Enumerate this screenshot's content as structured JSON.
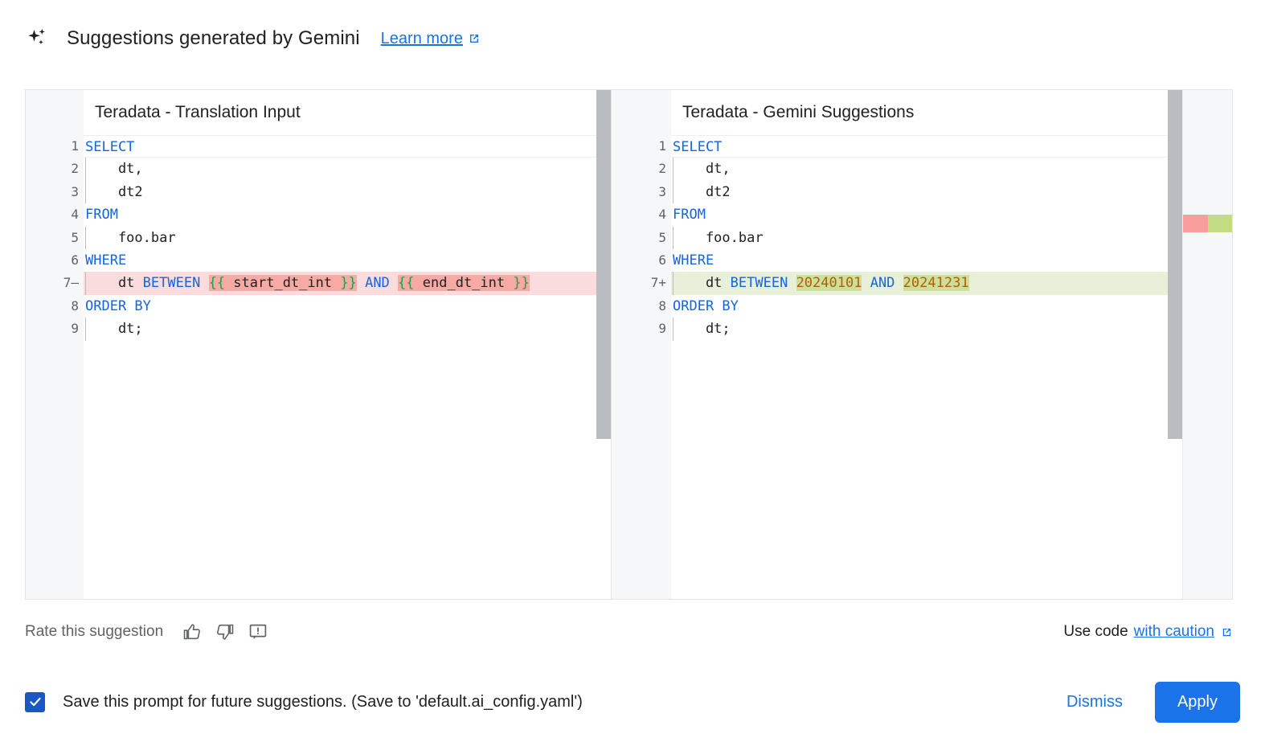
{
  "header": {
    "icon": "sparkle-icon",
    "title": "Suggestions generated by Gemini",
    "learn_more": "Learn more",
    "external_icon": "external-link-icon"
  },
  "diff": {
    "left": {
      "title": "Teradata - Translation Input",
      "lines": [
        {
          "num": "1",
          "sign": "",
          "indent": false,
          "state": "normal",
          "tokens": [
            {
              "t": "SELECT",
              "c": "kw"
            }
          ]
        },
        {
          "num": "2",
          "sign": "",
          "indent": true,
          "state": "normal",
          "tokens": [
            {
              "t": "    dt,",
              "c": "plain"
            }
          ]
        },
        {
          "num": "3",
          "sign": "",
          "indent": true,
          "state": "normal",
          "tokens": [
            {
              "t": "    dt2",
              "c": "plain"
            }
          ]
        },
        {
          "num": "4",
          "sign": "",
          "indent": false,
          "state": "normal",
          "tokens": [
            {
              "t": "FROM",
              "c": "kw"
            }
          ]
        },
        {
          "num": "5",
          "sign": "",
          "indent": true,
          "state": "normal",
          "tokens": [
            {
              "t": "    foo.bar",
              "c": "plain"
            }
          ]
        },
        {
          "num": "6",
          "sign": "",
          "indent": false,
          "state": "normal",
          "tokens": [
            {
              "t": "WHERE",
              "c": "kw"
            }
          ]
        },
        {
          "num": "7",
          "sign": "—",
          "indent": true,
          "state": "del",
          "tokens": [
            {
              "t": "    dt ",
              "c": "plain"
            },
            {
              "t": "BETWEEN",
              "c": "kw"
            },
            {
              "t": " ",
              "c": "plain"
            },
            {
              "t": "{{",
              "c": "tmpl",
              "hl": "del-tok"
            },
            {
              "t": " start_dt_int ",
              "c": "plain",
              "hl": "del-tok"
            },
            {
              "t": "}}",
              "c": "tmpl",
              "hl": "del-tok"
            },
            {
              "t": " ",
              "c": "plain"
            },
            {
              "t": "AND",
              "c": "kw"
            },
            {
              "t": " ",
              "c": "plain"
            },
            {
              "t": "{{",
              "c": "tmpl",
              "hl": "del-tok"
            },
            {
              "t": " end_dt_int ",
              "c": "plain",
              "hl": "del-tok"
            },
            {
              "t": "}}",
              "c": "tmpl",
              "hl": "del-tok"
            }
          ]
        },
        {
          "num": "8",
          "sign": "",
          "indent": false,
          "state": "normal",
          "tokens": [
            {
              "t": "ORDER BY",
              "c": "kw"
            }
          ]
        },
        {
          "num": "9",
          "sign": "",
          "indent": true,
          "state": "normal",
          "tokens": [
            {
              "t": "    dt;",
              "c": "plain"
            }
          ]
        }
      ]
    },
    "right": {
      "title": "Teradata - Gemini Suggestions",
      "lines": [
        {
          "num": "1",
          "sign": "",
          "indent": false,
          "state": "normal",
          "tokens": [
            {
              "t": "SELECT",
              "c": "kw"
            }
          ]
        },
        {
          "num": "2",
          "sign": "",
          "indent": true,
          "state": "normal",
          "tokens": [
            {
              "t": "    dt,",
              "c": "plain"
            }
          ]
        },
        {
          "num": "3",
          "sign": "",
          "indent": true,
          "state": "normal",
          "tokens": [
            {
              "t": "    dt2",
              "c": "plain"
            }
          ]
        },
        {
          "num": "4",
          "sign": "",
          "indent": false,
          "state": "normal",
          "tokens": [
            {
              "t": "FROM",
              "c": "kw"
            }
          ]
        },
        {
          "num": "5",
          "sign": "",
          "indent": true,
          "state": "normal",
          "tokens": [
            {
              "t": "    foo.bar",
              "c": "plain"
            }
          ]
        },
        {
          "num": "6",
          "sign": "",
          "indent": false,
          "state": "normal",
          "tokens": [
            {
              "t": "WHERE",
              "c": "kw"
            }
          ]
        },
        {
          "num": "7",
          "sign": "+",
          "indent": true,
          "state": "add",
          "tokens": [
            {
              "t": "    dt ",
              "c": "plain"
            },
            {
              "t": "BETWEEN",
              "c": "kw"
            },
            {
              "t": " ",
              "c": "plain"
            },
            {
              "t": "20240101",
              "c": "num",
              "hl": "add-tok"
            },
            {
              "t": " ",
              "c": "plain"
            },
            {
              "t": "AND",
              "c": "kw"
            },
            {
              "t": " ",
              "c": "plain"
            },
            {
              "t": "20241231",
              "c": "num",
              "hl": "add-tok"
            }
          ]
        },
        {
          "num": "8",
          "sign": "",
          "indent": false,
          "state": "normal",
          "tokens": [
            {
              "t": "ORDER BY",
              "c": "kw"
            }
          ]
        },
        {
          "num": "9",
          "sign": "",
          "indent": true,
          "state": "normal",
          "tokens": [
            {
              "t": "    dt;",
              "c": "plain"
            }
          ]
        }
      ]
    },
    "overview_marks": [
      {
        "name": "deleted-marker",
        "color": "#f99d9d"
      },
      {
        "name": "added-marker",
        "color": "#c2dd84"
      }
    ]
  },
  "rate": {
    "label": "Rate this suggestion",
    "thumb_up": "thumb-up-icon",
    "thumb_down": "thumb-down-icon",
    "report": "report-icon",
    "caution_prefix": "Use code",
    "caution_link": "with caution",
    "external_icon": "external-link-icon"
  },
  "bottom": {
    "save_label": "Save this prompt for future suggestions. (Save to 'default.ai_config.yaml')",
    "checked": true,
    "dismiss": "Dismiss",
    "apply": "Apply"
  },
  "colors": {
    "accent_blue": "#1a73e8",
    "keyword_blue": "#1565e0",
    "number_brown": "#b06000",
    "template_green": "#1f9e4e",
    "delete_bg": "#fbdcdc",
    "delete_token_bg": "#f7a9a4",
    "add_bg": "#e9f0da",
    "add_token_bg": "#cddf9c",
    "checkbox_blue": "#1a56c4"
  }
}
